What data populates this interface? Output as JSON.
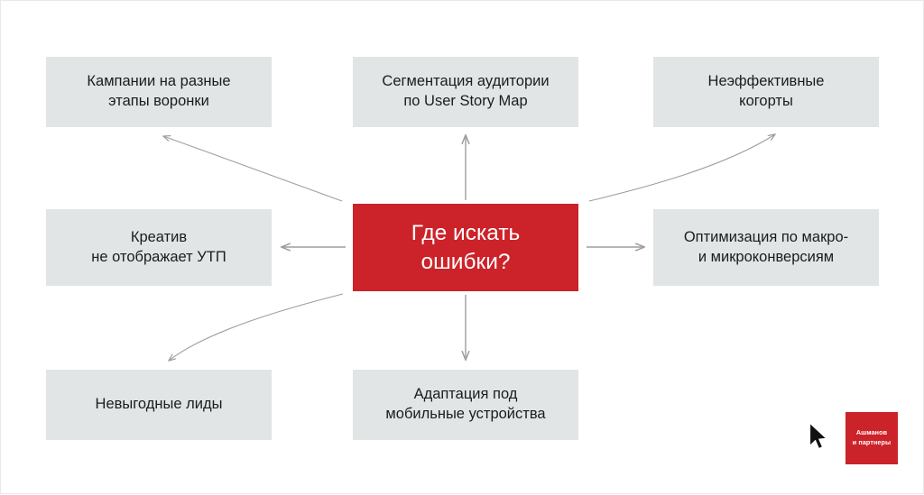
{
  "slide": {
    "background_color": "#ffffff",
    "accent_color": "#cc2229",
    "box_color": "#e1e5e5",
    "arrow_color": "#9e9e9e"
  },
  "center": {
    "name": "central-question",
    "text": "Где искать\nошибки?"
  },
  "nodes": [
    {
      "id": "campaigns-funnel-stages",
      "text": "Кампании на разные\nэтапы воронки"
    },
    {
      "id": "audience-segmentation",
      "text": "Сегментация аудитории\nпо User Story Map"
    },
    {
      "id": "ineffective-cohorts",
      "text": "Неэффективные\nкогорты"
    },
    {
      "id": "creative-no-usp",
      "text": "Креатив\nне отображает УТП"
    },
    {
      "id": "macro-micro-conversion-optimization",
      "text": "Оптимизация по макро-\nи микроконверсиям"
    },
    {
      "id": "unprofitable-leads",
      "text": "Невыгодные лиды"
    },
    {
      "id": "mobile-adaptation",
      "text": "Адаптация под\nмобильные устройства"
    }
  ],
  "connectors": [
    {
      "id": "arrow-to-campaigns-funnel-stages",
      "style": "curved",
      "direction": "up-left"
    },
    {
      "id": "arrow-to-audience-segmentation",
      "style": "straight",
      "direction": "up"
    },
    {
      "id": "arrow-to-ineffective-cohorts",
      "style": "curved",
      "direction": "up-right"
    },
    {
      "id": "arrow-to-creative-no-usp",
      "style": "straight",
      "direction": "left"
    },
    {
      "id": "arrow-to-macro-micro-conversion-optimization",
      "style": "straight",
      "direction": "right"
    },
    {
      "id": "arrow-to-unprofitable-leads",
      "style": "curved",
      "direction": "down-left"
    },
    {
      "id": "arrow-to-mobile-adaptation",
      "style": "straight",
      "direction": "down"
    }
  ],
  "logo": {
    "text": "Ашманов\nи партнеры"
  }
}
